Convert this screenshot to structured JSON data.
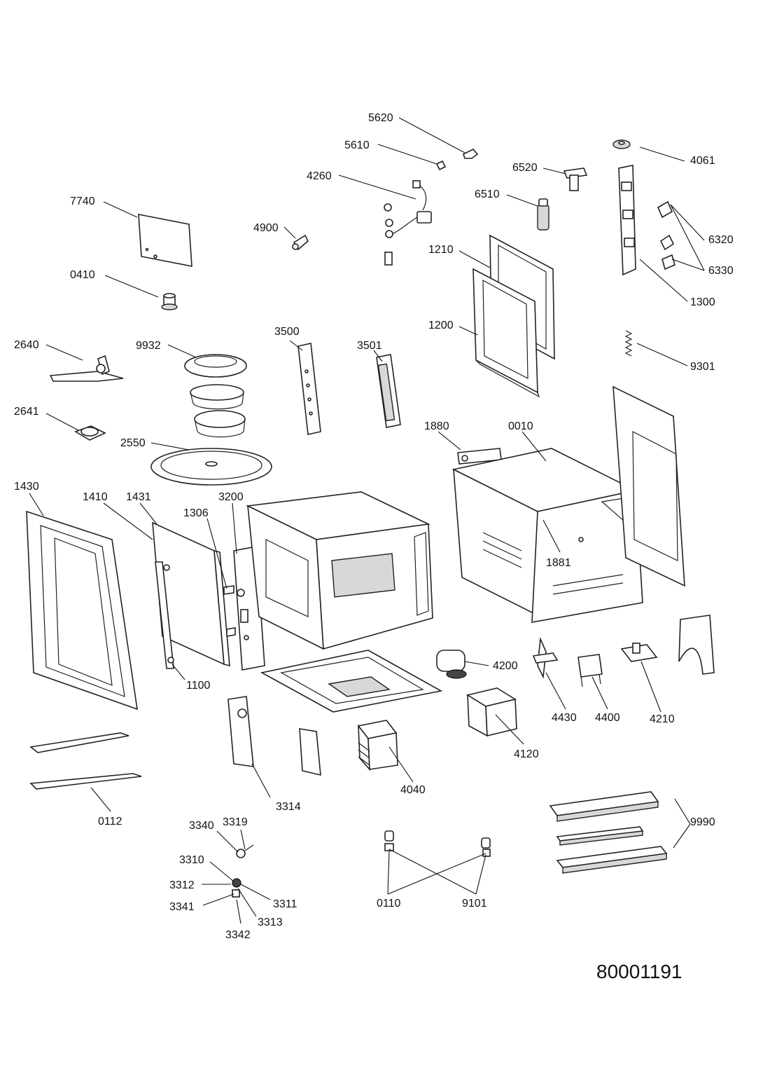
{
  "document_id": "80001191",
  "labels": {
    "l5620": "5620",
    "l5610": "5610",
    "l4260": "4260",
    "l6520": "6520",
    "l4061": "4061",
    "l7740": "7740",
    "l4900": "4900",
    "l6510": "6510",
    "l0410": "0410",
    "l1210": "1210",
    "l6320": "6320",
    "l6330": "6330",
    "l1300": "1300",
    "l2640": "2640",
    "l9932": "9932",
    "l3500": "3500",
    "l3501": "3501",
    "l1200": "1200",
    "l9301": "9301",
    "l2641": "2641",
    "l1880": "1880",
    "l0010": "0010",
    "l2550": "2550",
    "l1430": "1430",
    "l1410": "1410",
    "l1431": "1431",
    "l3200": "3200",
    "l1306": "1306",
    "l1881": "1881",
    "l4200": "4200",
    "l1100": "1100",
    "l4430": "4430",
    "l4400": "4400",
    "l4210": "4210",
    "l4120": "4120",
    "l3314": "3314",
    "l4040": "4040",
    "l0112": "0112",
    "l9990": "9990",
    "l3340": "3340",
    "l3319": "3319",
    "l3310": "3310",
    "l3312": "3312",
    "l3311": "3311",
    "l3341": "3341",
    "l3313": "3313",
    "l3342": "3342",
    "l0110": "0110",
    "l9101": "9101"
  }
}
